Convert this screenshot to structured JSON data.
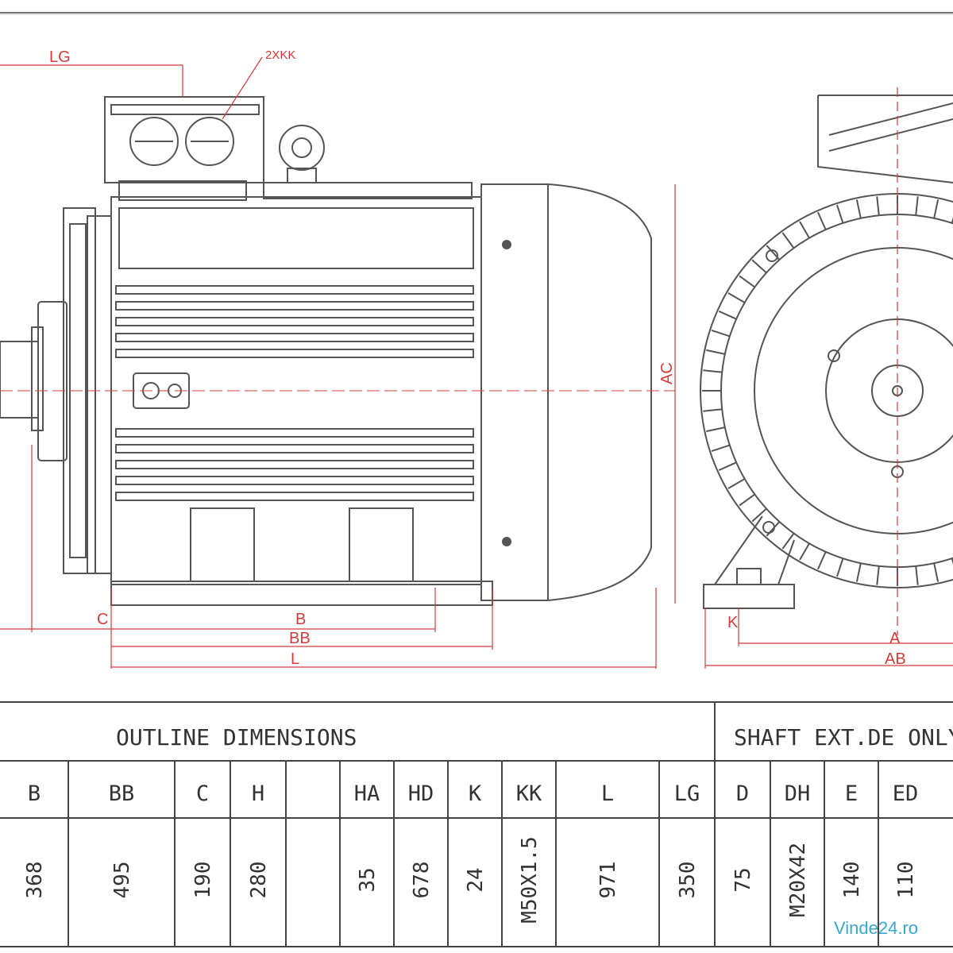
{
  "drawing": {
    "dimension_labels": {
      "lg": "LG",
      "kk": "2XKK",
      "c": "C",
      "b": "B",
      "bb": "BB",
      "l": "L",
      "ac": "AC",
      "k": "K",
      "a": "A",
      "ab": "AB"
    },
    "line_color": "#555555",
    "dimension_color": "#d33b3b"
  },
  "table": {
    "outline_title": "OUTLINE DIMENSIONS",
    "shaft_title": "SHAFT EXT.DE ONLY",
    "columns": [
      {
        "label": "B",
        "value": "368"
      },
      {
        "label": "BB",
        "value": "495"
      },
      {
        "label": "C",
        "value": "190"
      },
      {
        "label": "H",
        "value": "280"
      },
      {
        "label": "",
        "value": ""
      },
      {
        "label": "HA",
        "value": "35"
      },
      {
        "label": "HD",
        "value": "678"
      },
      {
        "label": "K",
        "value": "24"
      },
      {
        "label": "KK",
        "value": "M50X1.5"
      },
      {
        "label": "L",
        "value": "971"
      },
      {
        "label": "LG",
        "value": "350"
      },
      {
        "label": "D",
        "value": "75"
      },
      {
        "label": "DH",
        "value": "M20X42"
      },
      {
        "label": "E",
        "value": "140"
      },
      {
        "label": "ED",
        "value": "110"
      }
    ]
  },
  "watermark": "Vinde24.ro"
}
